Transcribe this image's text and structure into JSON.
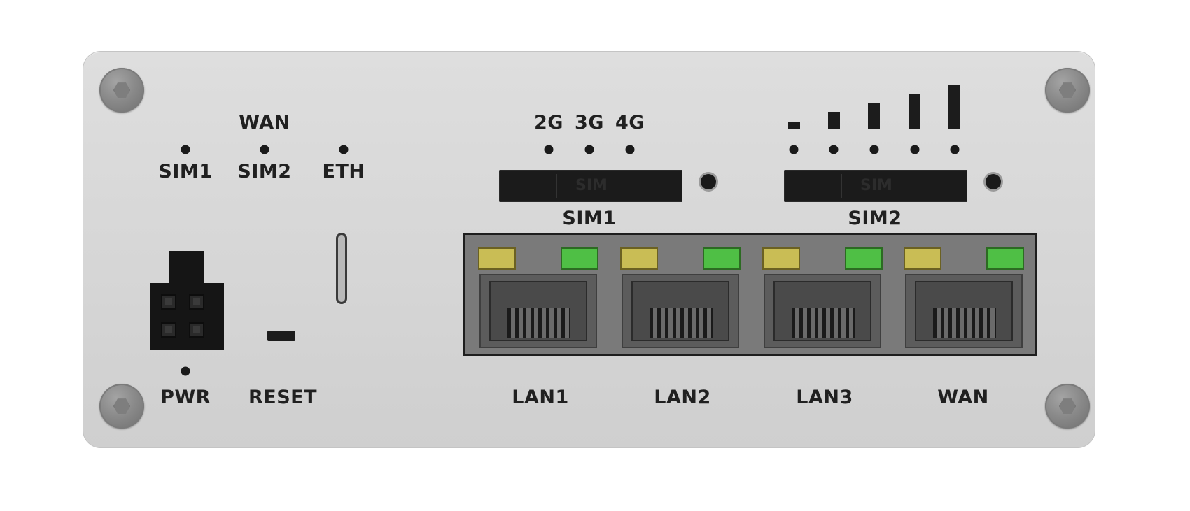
{
  "labels": {
    "sim1_led": "SIM1",
    "wan_top": "WAN",
    "sim2_led": "SIM2",
    "eth_led": "ETH",
    "g2": "2G",
    "g3": "3G",
    "g4": "4G",
    "sim1_slot": "SIM1",
    "sim2_slot": "SIM2",
    "pwr": "PWR",
    "reset": "RESET",
    "lan1": "LAN1",
    "lan2": "LAN2",
    "lan3": "LAN3",
    "wan_port": "WAN"
  },
  "slot_text": "SIM",
  "signal_levels": 5,
  "colors": {
    "panel": "#d8d8d8",
    "port_led_amber": "#c9bd55",
    "port_led_green": "#4fbf45",
    "label": "#202020"
  }
}
